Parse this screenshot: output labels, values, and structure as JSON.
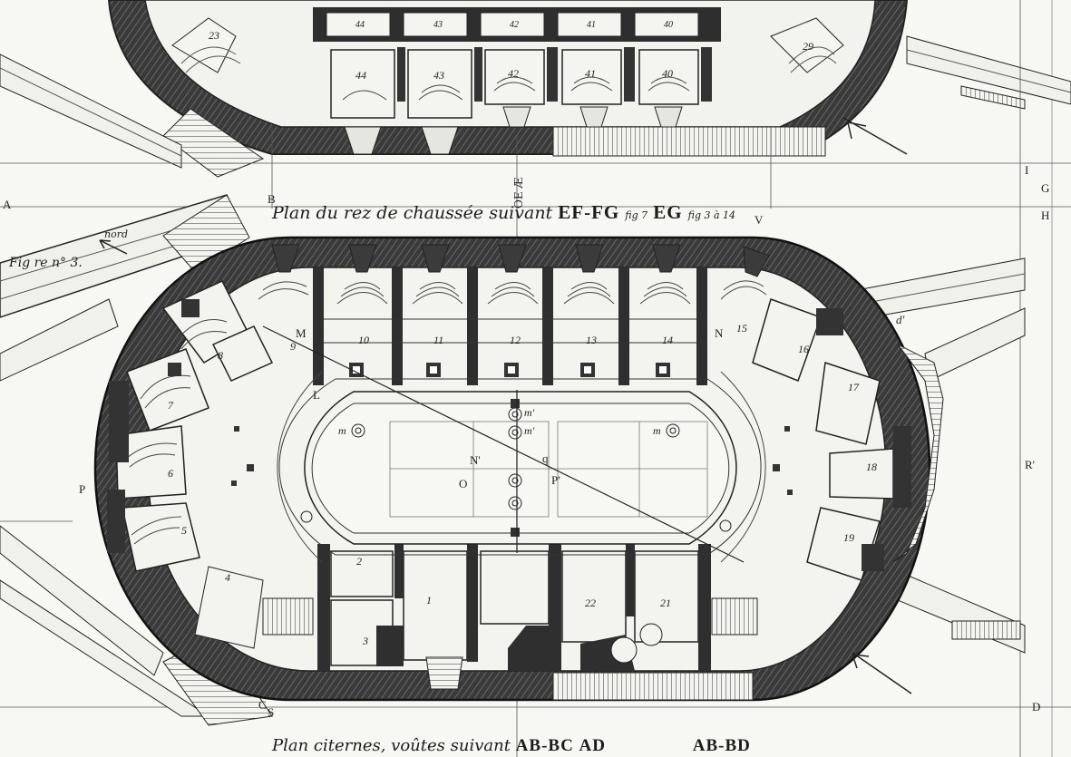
{
  "titles": {
    "main_prefix": "Plan du rez de chaussée suivant",
    "main_sections": "EF-FG",
    "main_ref1": "fig 7",
    "main_section2": "EG",
    "main_ref2": "fig 3 à 14",
    "bottom_prefix": "Plan citernes, voûtes suivant",
    "bottom_sections": "AB-BC",
    "bottom_section2": "AD",
    "bottom_section3": "AB-BD",
    "figure_label": "Fig re n° 3.",
    "north_label": "nord",
    "axis_label": "OE Æ"
  },
  "letters": {
    "M": "M",
    "N": "N",
    "L": "L",
    "P": "P",
    "R": "R'",
    "S": "S",
    "C": "C",
    "B": "B",
    "A": "A",
    "H": "H",
    "G": "G",
    "D": "D",
    "I": "I",
    "V": "V",
    "Nq": "N'",
    "Pq": "P'",
    "O": "O",
    "q": "q",
    "dq": "d'"
  },
  "rooms": {
    "top": [
      "44",
      "43",
      "42",
      "41",
      "40"
    ],
    "top_upper": [
      "44",
      "43",
      "42",
      "41",
      "40"
    ],
    "top_corner_left": "23",
    "top_corner_right": "29",
    "north_row": [
      "10",
      "11",
      "12",
      "13",
      "14",
      "15"
    ],
    "left": [
      "9",
      "8",
      "7",
      "6",
      "5"
    ],
    "right": [
      "16",
      "17",
      "18",
      "19"
    ],
    "south": [
      "2",
      "3",
      "1",
      "22",
      "21"
    ],
    "misc_4": "4"
  },
  "marks": {
    "m": "m",
    "mq": "m'"
  }
}
